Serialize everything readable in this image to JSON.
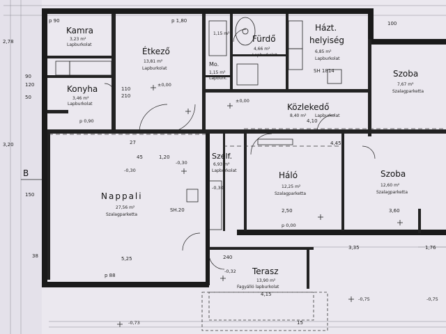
{
  "plan": {
    "rooms": [
      {
        "id": "kamra",
        "name": "Kamra",
        "area": "3,23 m²",
        "floor": "Lapburkolat"
      },
      {
        "id": "etkezo",
        "name": "Étkező",
        "area": "13,81 m²",
        "floor": "Lapburkolat"
      },
      {
        "id": "konyha",
        "name": "Konyha",
        "area": "3,46 m²",
        "floor": "Lapburkolat"
      },
      {
        "id": "furdo",
        "name": "Fürdő",
        "area": "4,66 m²",
        "floor": "Lapburkolat"
      },
      {
        "id": "haztart",
        "name": "Házt.",
        "name2": "helyiség",
        "area": "6,85 m²",
        "floor": "Lapburkolat"
      },
      {
        "id": "szoba1",
        "name": "Szoba",
        "area": "7,67 m²",
        "floor": "Szalagparketta"
      },
      {
        "id": "mo",
        "name": "Mo.",
        "area": "1,15 m²",
        "floor": "Lapburk."
      },
      {
        "id": "wc",
        "name": "",
        "area": "1,15 m²",
        "floor": ""
      },
      {
        "id": "kozlekedo",
        "name": "Közlekedő",
        "area": "8,40 m²",
        "floor": "Lapburkolat"
      },
      {
        "id": "szelf",
        "name": "Szélf.",
        "area": "6,93 m²",
        "floor": "Lapburkolat"
      },
      {
        "id": "halo",
        "name": "Háló",
        "area": "12,25 m²",
        "floor": "Szalagparketta"
      },
      {
        "id": "szoba2",
        "name": "Szoba",
        "area": "12,60 m²",
        "floor": "Szalagparketta"
      },
      {
        "id": "nappali",
        "name": "Nappali",
        "area": "27,56 m²",
        "floor": "Szalagparketta"
      },
      {
        "id": "terasz",
        "name": "Terasz",
        "area": "13,90 m²",
        "floor": "Fagyálló lapburkolat"
      }
    ],
    "elevations": {
      "etkezo": "±0,00",
      "kozlekedo": "±0,00",
      "nappali": "-0,30",
      "nappali2": "-0,30",
      "szelf": "-0,30",
      "halo": "p 0,00",
      "terasz": "-0,32",
      "terasz2": "-0,75",
      "bottom": "-0,73",
      "right": "-0,75",
      "left": "p 0,90"
    },
    "dims": {
      "d_250": "2,50",
      "d_360": "3,60",
      "d_525": "5,25",
      "d_415": "4,15",
      "d_410": "4,10",
      "d_335": "3,35",
      "d_176": "1,76",
      "d_320": "3,20",
      "d_278": "2,78",
      "d_120": "1,20",
      "d_445": "4,45",
      "d_45": "45",
      "d_90": "90",
      "d_120b": "120",
      "d_150": "150",
      "d_210": "210",
      "d_110": "110",
      "d_100": "100",
      "d_240": "240",
      "d_38": "38",
      "d_27": "27",
      "d_50": "50",
      "d_p180": "p 1,80",
      "d_p88": "p 88",
      "d_p90": "p 90",
      "d_sh": "SH 1814",
      "d_sh2": "SH.20",
      "d_15": "15"
    },
    "labels": {
      "axis_b": "B"
    }
  }
}
